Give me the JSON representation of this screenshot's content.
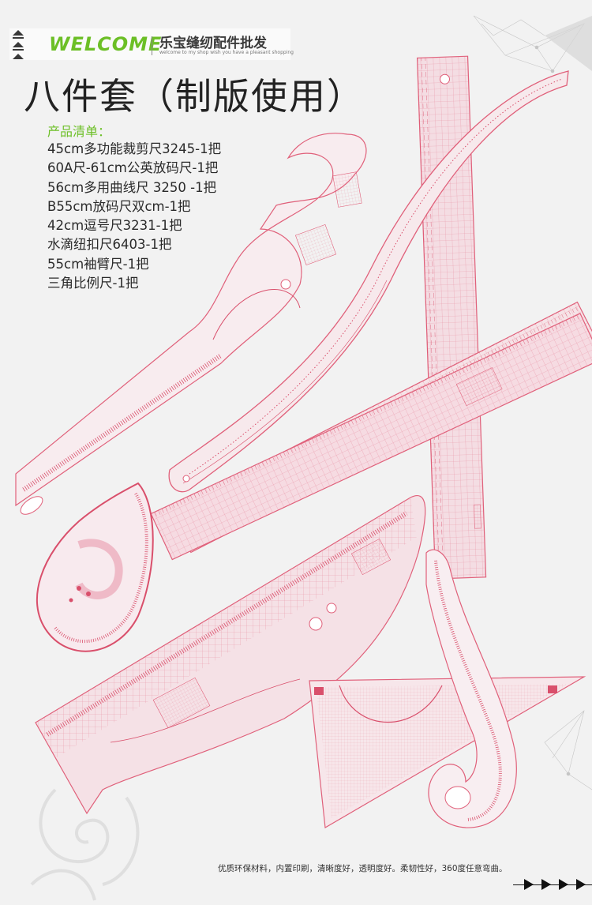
{
  "header": {
    "welcome": "WELCOME",
    "shop_name": "乐宝缝纫配件批发",
    "shop_sub": "welcome to my shop wish you  have a pleasant shopping"
  },
  "title": "八件套（制版使用）",
  "list": {
    "heading": "产品清单：",
    "items": [
      "45cm多功能裁剪尺3245-1把",
      "60A尺-61cm公英放码尺-1把",
      "56cm多用曲线尺 3250 -1把",
      "B55cm放码尺双cm-1把",
      "42cm逗号尺3231-1把",
      "水滴纽扣尺6403-1把",
      "55cm袖臂尺-1把",
      "三角比例尺-1把"
    ]
  },
  "footer": {
    "note": "优质环保材料，内置印刷，清晰度好，透明度好。柔韧性好，360度任意弯曲。"
  },
  "colors": {
    "accent_green": "#6cbf26",
    "ruler_pink": "#e0607a",
    "ruler_fill": "#f7dde3",
    "text_dark": "#2a2a2a"
  }
}
